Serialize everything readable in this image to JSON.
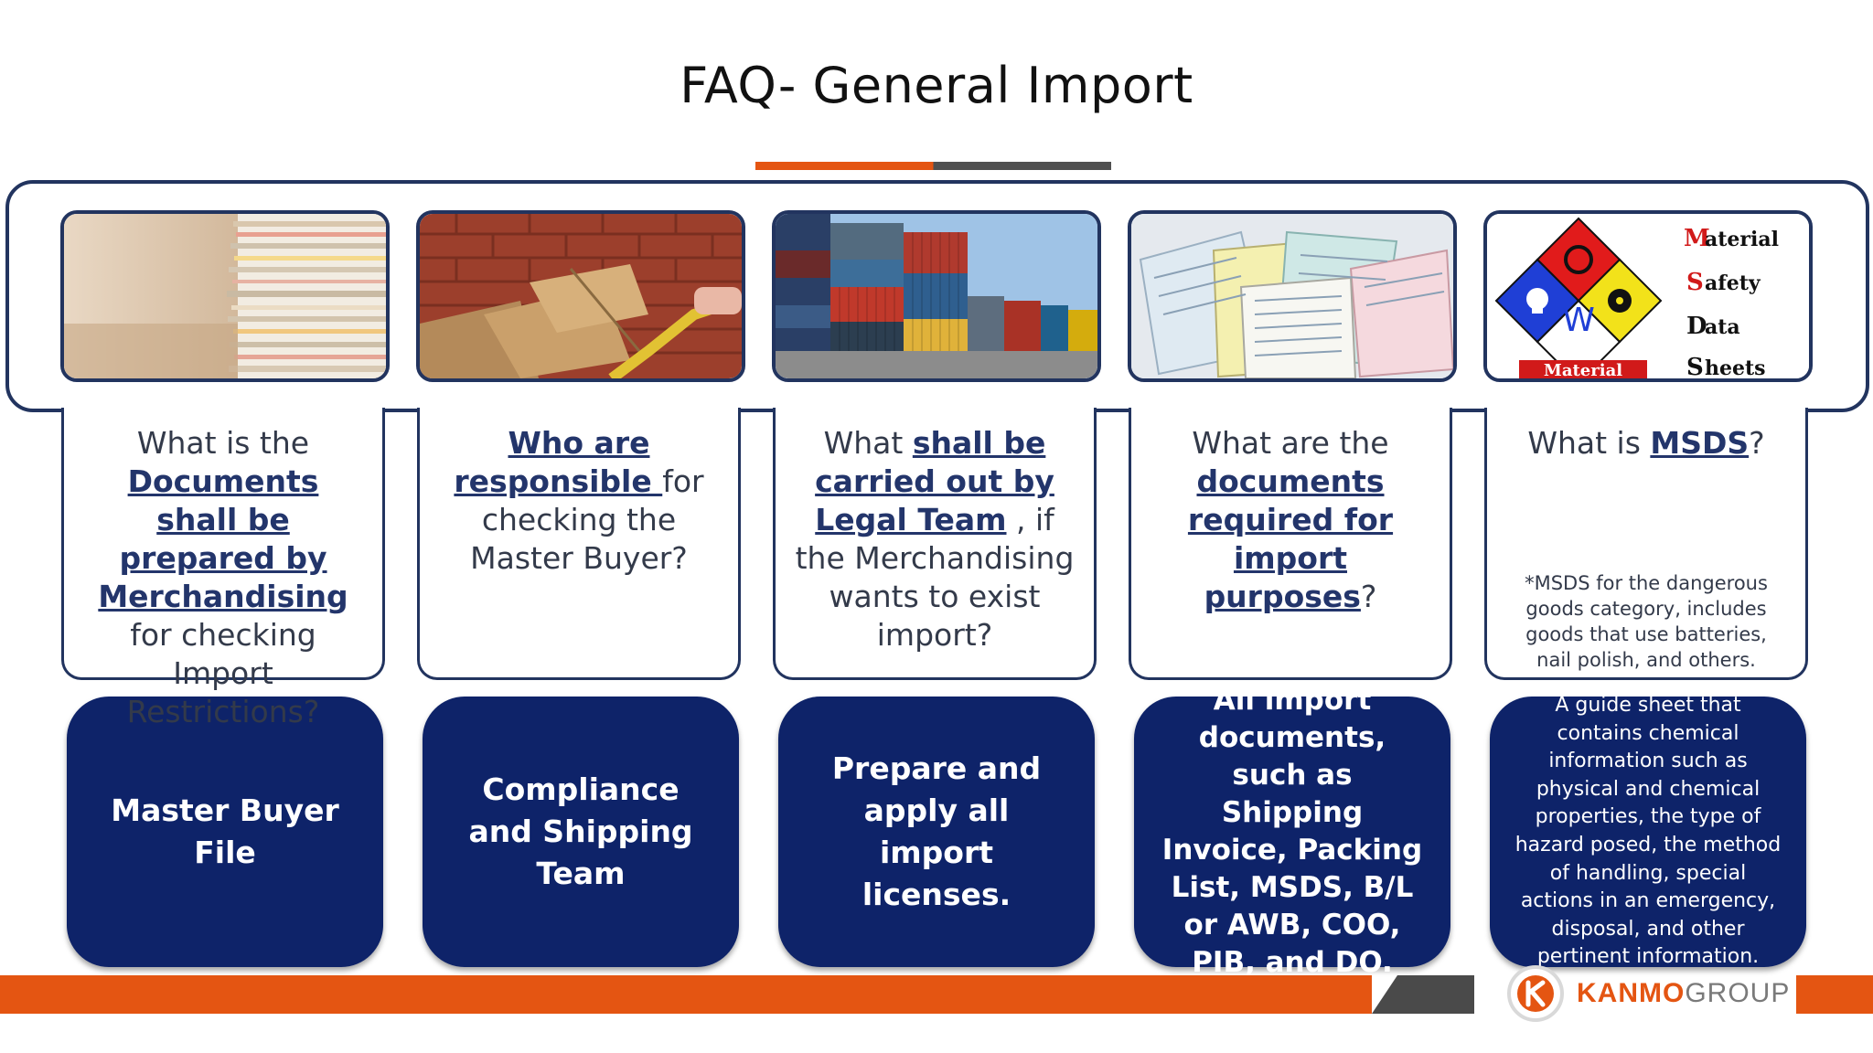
{
  "slide": {
    "title": "FAQ- General Import"
  },
  "colors": {
    "navy": "#0e2369",
    "border": "#22345f",
    "orange": "#e45512",
    "gray": "#505050"
  },
  "cards": [
    {
      "question": {
        "p1": "What is the ",
        "u1": "Documents shall be prepared by Merchandising",
        "p2": " for checking Import Restrictions?"
      },
      "answer": "Master Buyer File",
      "image": "stacked-papers-photo"
    },
    {
      "question": {
        "u1": "Who are responsible ",
        "p1": "for checking the Master Buyer?"
      },
      "answer": "Compliance and Shipping Team",
      "image": "boxes-hand-truck-photo"
    },
    {
      "question": {
        "p1": "What ",
        "u1": "shall be carried out by Legal Team",
        "p2": " , if the Merchandising wants to exist import?"
      },
      "answer": "Prepare and apply all import licenses.",
      "image": "shipping-containers-photo"
    },
    {
      "question": {
        "p1": "What are the ",
        "u1": "documents required for import purposes",
        "p2": "?"
      },
      "answer": "All import documents, such as Shipping Invoice, Packing List, MSDS, B/L or AWB, COO, PIB, and DO.",
      "image": "shipping-documents-photo"
    },
    {
      "question": {
        "p1": "What is ",
        "u1": "MSDS",
        "p2": "?"
      },
      "note": "*MSDS for the dangerous goods category, includes goods that use batteries, nail polish, and others.",
      "answer": "A guide sheet that contains chemical information such as physical and chemical properties, the type of hazard posed, the method of handling, special actions in an emergency, disposal, and other pertinent information.",
      "image": "msds-hazard-diamonds",
      "image_text": {
        "letters": [
          "M",
          "S",
          "D",
          "S"
        ],
        "words": [
          "aterial",
          "afety",
          "ata",
          "heets"
        ],
        "banner": "Material"
      }
    }
  ],
  "footer": {
    "brand_bold": "KANMO",
    "brand_light": "GROUP"
  }
}
